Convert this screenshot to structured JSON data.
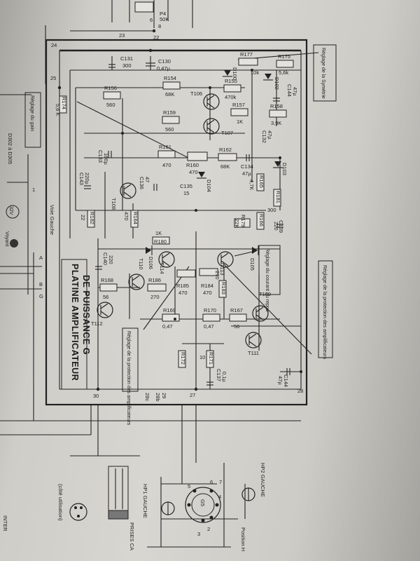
{
  "board": {
    "title_line1": "PLATINE AMPLIFICATEUR",
    "title_line2": "DE PUISSANCE G",
    "voie": "Voie Gauche"
  },
  "annotations": {
    "symetrie": "Réglage de la Symétrie",
    "gain": "Réglage du gain",
    "courant": "Réglage du courant au repos",
    "protection_right": "Réglage de la protection des amplificateurs",
    "protection_center": "Réglage de la protection des amplificateurs"
  },
  "pins": [
    "6",
    "8",
    "P4",
    "50K",
    "23",
    "22",
    "24",
    "25",
    "28",
    "30",
    "28c",
    "29",
    "28b",
    "27",
    "A",
    "B",
    "G",
    "1",
    "2",
    "3",
    "4",
    "5",
    "6",
    "7"
  ],
  "components": {
    "C131": "C131",
    "C131v": "300",
    "C130": "C130",
    "C130v": "0,47µ",
    "R177": "R177",
    "R177v": "10k",
    "R175": "R175",
    "R175v": "5,6k",
    "D100": "D100",
    "D102": "D102",
    "C144": "C144",
    "C144v": "47µ",
    "R154": "R154",
    "R154v": "68K",
    "R155": "R155",
    "R155v": "470k",
    "R156": "R156",
    "R156v": "560",
    "T106": "T106",
    "R157": "R157",
    "R157v": "1K",
    "R158": "R158",
    "R158v": "3,9K",
    "R159": "R159",
    "R159v": "560",
    "T107": "T107",
    "C132": "C132",
    "C132v": "47µ",
    "R174": "R174",
    "R174v": "5,6 K",
    "R161": "R161",
    "R161v": "470",
    "R160": "R160",
    "R160v": "470",
    "R162": "R162",
    "R162v": "68K",
    "C134": "C134",
    "C134v": "47µ",
    "D103": "D103",
    "C133": "C133",
    "C133v": "100µ",
    "C136": "C136",
    "C136v": "47",
    "C135": "C135",
    "C135v": "15",
    "D104": "D104",
    "R165": "R165",
    "R165v": "4,7K",
    "R181": "R181",
    "R181v": "300",
    "C143": "C143",
    "C143v": "220µ",
    "T108": "T108",
    "R164": "R164",
    "R164v": "470",
    "R182": "R182",
    "R182v": "22",
    "R166": "R166",
    "R166v": "",
    "R179": "R179",
    "R179v": "22K",
    "C139": "C139",
    "C139v": "220",
    "R180": "R180",
    "R180v": "1K",
    "C140": "C140",
    "C140v": "220",
    "T110": "T110",
    "D106": "D106",
    "T114": "T114",
    "T113": "T113",
    "D105": "D105",
    "R168": "R168",
    "R168v": "56",
    "R186": "R186",
    "R186v": "270",
    "R185": "R185",
    "R185v": "470",
    "R184": "R184",
    "R184v": "470",
    "R183": "R183",
    "R183v": "270",
    "T109": "T109",
    "T112": "T112",
    "R169": "R169",
    "R169v": "0,47",
    "R170": "R170",
    "R170v": "0,47",
    "R167": "R167",
    "R167v": "56",
    "T111": "T111",
    "R172": "R172",
    "R172v": "10",
    "R171": "R171",
    "R171v": "",
    "C137": "C137",
    "C137v": "0,1µ",
    "C145": "C144",
    "C145v": "47µ"
  },
  "outside": {
    "d302": "D302 à D305",
    "v32": "32V",
    "hp1": "HP1 GAUCHE",
    "hp2": "HP2 GAUCHE",
    "prises": "PRISES CA",
    "cote": "(côté utilisation)",
    "inter": "INTER",
    "position": "Position H",
    "g5": "G5",
    "voyant": "Voyant"
  }
}
